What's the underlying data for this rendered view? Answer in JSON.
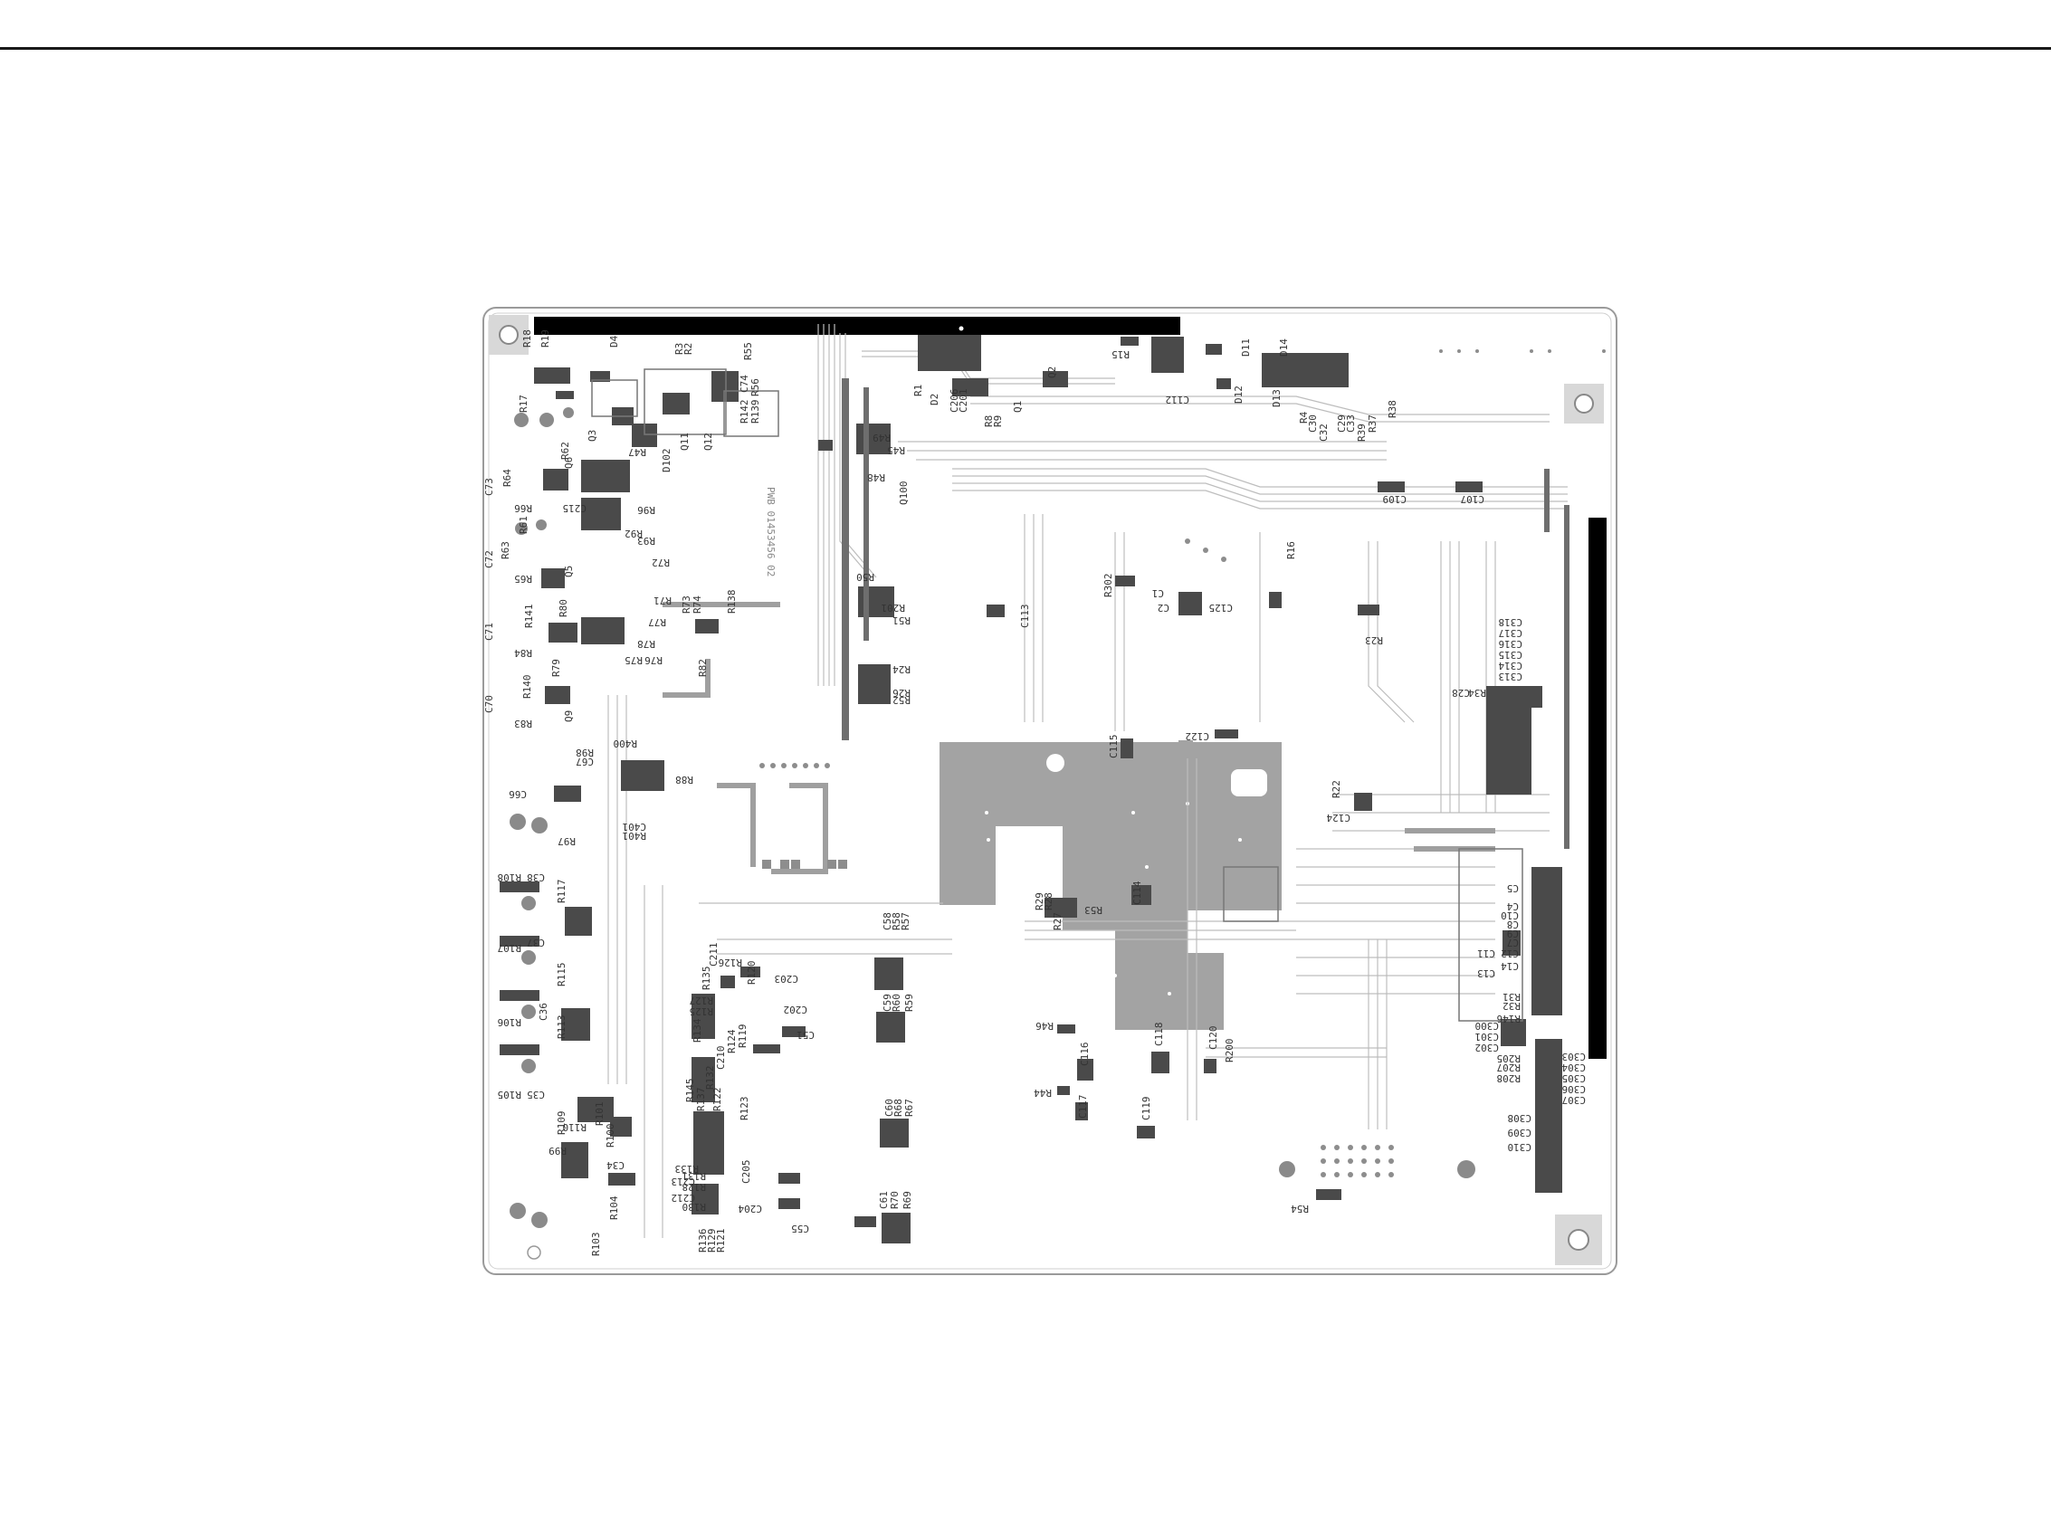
{
  "page": {
    "rule": "top-rule"
  },
  "board": {
    "pcb_number": "PWB 01453456 02",
    "colors": {
      "outline": "#9a9a9a",
      "trace": "#b5b5b5",
      "copper": "#a3a3a3",
      "pad": "#555555",
      "connector": "#000000"
    },
    "labels_horizontal": [
      "R18",
      "R19",
      "D4",
      "R17",
      "R62",
      "R64",
      "R66",
      "C73",
      "C215",
      "R96",
      "R61",
      "R63",
      "R65",
      "C72",
      "R92",
      "R93",
      "R80",
      "R141",
      "R84",
      "C71",
      "R79",
      "R140",
      "R83",
      "C70",
      "R98",
      "R400",
      "C67",
      "R88",
      "C66",
      "R97",
      "C401",
      "R401",
      "R108",
      "C38",
      "R117",
      "R107",
      "C37",
      "R115",
      "R106",
      "C36",
      "R113",
      "R105",
      "C35",
      "R109",
      "R110",
      "R99",
      "C34",
      "R103",
      "R104",
      "R3",
      "R2",
      "R55",
      "R142",
      "C74",
      "R139",
      "R56",
      "Q3",
      "Q11",
      "Q12",
      "R47",
      "D102",
      "Q6",
      "Q5",
      "Q9",
      "R72",
      "R71",
      "R73",
      "R74",
      "R77",
      "R78",
      "R75",
      "R76",
      "R82",
      "R138",
      "R101",
      "R100",
      "R145",
      "R137",
      "R122",
      "R123",
      "R133",
      "R131",
      "R128",
      "R130",
      "R136",
      "R129",
      "R121",
      "C212",
      "C213",
      "C204",
      "C205",
      "C55",
      "R135",
      "C211",
      "R126",
      "R120",
      "C203",
      "C202",
      "C51",
      "C210",
      "R124",
      "R119",
      "R132",
      "R134",
      "R125",
      "R127",
      "C58",
      "R58",
      "R57",
      "C59",
      "R60",
      "R59",
      "C60",
      "R68",
      "R67",
      "C61",
      "R70",
      "R69",
      "R49",
      "R50",
      "R48",
      "R45",
      "Q100",
      "R201",
      "R51",
      "R52",
      "R26",
      "R24",
      "C113",
      "R302",
      "C1",
      "C2",
      "C125",
      "R16",
      "R23",
      "C122",
      "C115",
      "R22",
      "C124",
      "C114",
      "R53",
      "R29",
      "R28",
      "R27",
      "R46",
      "C116",
      "C118",
      "C120",
      "R200",
      "R44",
      "C117",
      "C119",
      "R54",
      "R15",
      "C112",
      "D11",
      "D14",
      "D12",
      "D13",
      "R1",
      "D2",
      "C206",
      "C201",
      "R8",
      "R9",
      "Q1",
      "Q2",
      "R38",
      "R37",
      "R39",
      "C33",
      "C29",
      "C30",
      "C32",
      "R4",
      "C109",
      "C107",
      "C318",
      "C317",
      "C316",
      "C315",
      "C314",
      "C313",
      "R34",
      "C28",
      "C5",
      "C4",
      "C8",
      "C10",
      "C7",
      "C9",
      "C11",
      "C12",
      "C13",
      "C14",
      "R32",
      "R31",
      "R146",
      "C300",
      "C301",
      "C302",
      "R205",
      "R207",
      "R208",
      "C303",
      "C304",
      "C305",
      "C306",
      "C307",
      "C308",
      "C309",
      "C310"
    ]
  }
}
